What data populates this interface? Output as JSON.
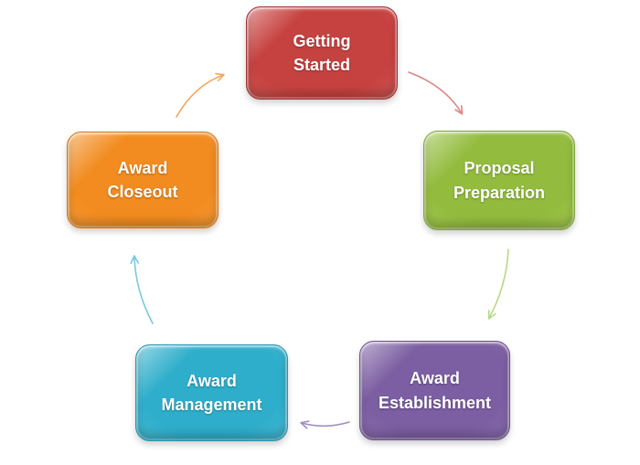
{
  "diagram": {
    "type": "cycle",
    "background_color": "#FFFFFF",
    "text_color": "#FFFFFF",
    "nodes": [
      {
        "id": "getting-started",
        "label": "Getting\nStarted",
        "colors": {
          "main": "#C64240",
          "light": "#D97976",
          "dark": "#9C2E2C",
          "border": "#A53432"
        }
      },
      {
        "id": "proposal-preparation",
        "label": "Proposal\nPreparation",
        "colors": {
          "main": "#93BC3E",
          "light": "#B8D873",
          "dark": "#769C2F",
          "border": "#7FA636"
        }
      },
      {
        "id": "award-establishment",
        "label": "Award\nEstablishment",
        "colors": {
          "main": "#7C5EA2",
          "light": "#A088C0",
          "dark": "#5C4480",
          "border": "#684F8E"
        }
      },
      {
        "id": "award-management",
        "label": "Award\nManagement",
        "colors": {
          "main": "#2FAECB",
          "light": "#6FCCE0",
          "dark": "#1E8BA6",
          "border": "#2394B1"
        }
      },
      {
        "id": "award-closeout",
        "label": "Award\nCloseout",
        "colors": {
          "main": "#F28C20",
          "light": "#F8B163",
          "dark": "#CC6F0E",
          "border": "#D4760F"
        }
      }
    ],
    "arrows": [
      {
        "from": "award-closeout",
        "to": "getting-started",
        "color": "#F2A763"
      },
      {
        "from": "getting-started",
        "to": "proposal-preparation",
        "color": "#DD8684"
      },
      {
        "from": "proposal-preparation",
        "to": "award-establishment",
        "color": "#B6D884"
      },
      {
        "from": "award-establishment",
        "to": "award-management",
        "color": "#A18EC2"
      },
      {
        "from": "award-management",
        "to": "award-closeout",
        "color": "#7BC7DE"
      }
    ]
  }
}
